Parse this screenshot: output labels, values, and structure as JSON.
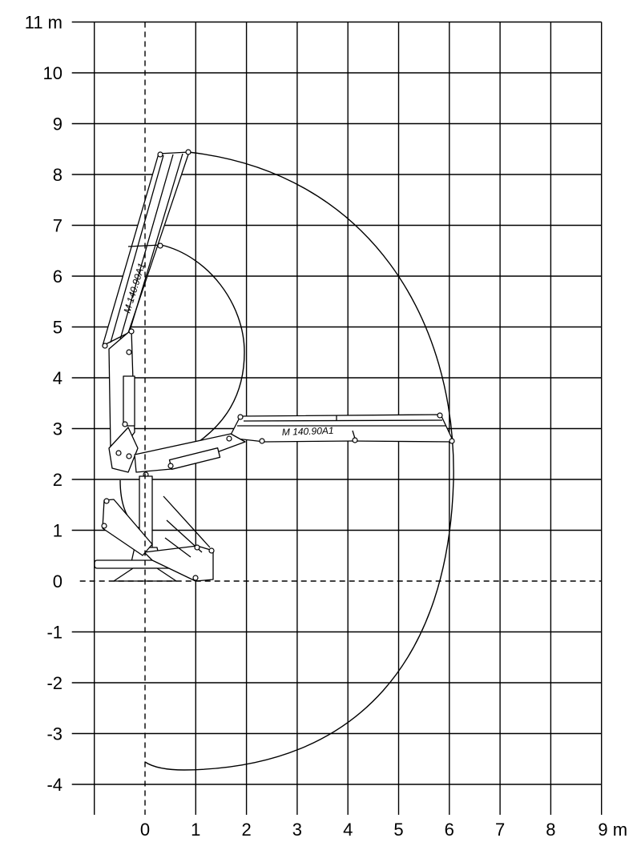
{
  "diagram": {
    "x_unit": "m",
    "y_unit": "m",
    "x_ticks": [
      0,
      1,
      2,
      3,
      4,
      5,
      6,
      7,
      8,
      9
    ],
    "y_ticks": [
      -4,
      -3,
      -2,
      -1,
      0,
      1,
      2,
      3,
      4,
      5,
      6,
      7,
      8,
      9,
      10,
      11
    ],
    "x_tick_labels": [
      "0",
      "1",
      "2",
      "3",
      "4",
      "5",
      "6",
      "7",
      "8",
      "9 m"
    ],
    "y_tick_labels": [
      "-4",
      "-3",
      "-2",
      "-1",
      "0",
      "1",
      "2",
      "3",
      "4",
      "5",
      "6",
      "7",
      "8",
      "9",
      "10",
      "11 m"
    ],
    "boom_labels": {
      "upper": "M 140.90A1",
      "horizontal": "M 140.90A1"
    },
    "reach_envelope": {
      "outer_max_reach_m": 6.05,
      "outer_max_height_m": 8.45,
      "outer_min_depth_m": -3.7,
      "inner_max_height_m": 6.7
    }
  }
}
